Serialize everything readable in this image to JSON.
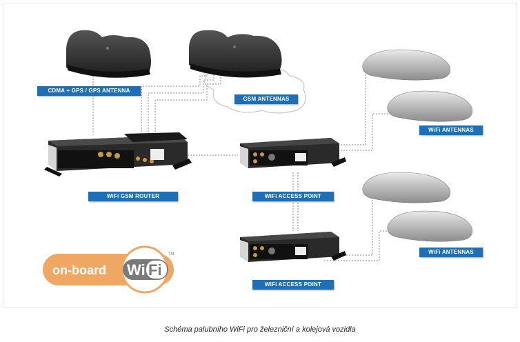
{
  "labels": {
    "cdma_gps": "CDMA + GPS / GPS ANTENNA",
    "gsm_antennas": "GSM ANTENNAS",
    "wifi_antennas_top": "WiFi ANTENNAS",
    "wifi_gsm_router": "WiFi GSM ROUTER",
    "wifi_ap_top": "WiFi ACCESS POINT",
    "wifi_antennas_bottom": "WiFi ANTENNAS",
    "wifi_ap_bottom": "WiFi ACCESS POINT"
  },
  "badge": {
    "text_left": "on-board",
    "wifi_wi": "Wi",
    "wifi_fi": "Fi",
    "tm": "TM"
  },
  "caption": "Schéma palubního WiFi pro železniční a kolejová vozidla",
  "colors": {
    "label_bg": "#1d6fb8",
    "badge_orange": "#f0a763",
    "wifi_logo_gray": "#7a7a7a"
  }
}
